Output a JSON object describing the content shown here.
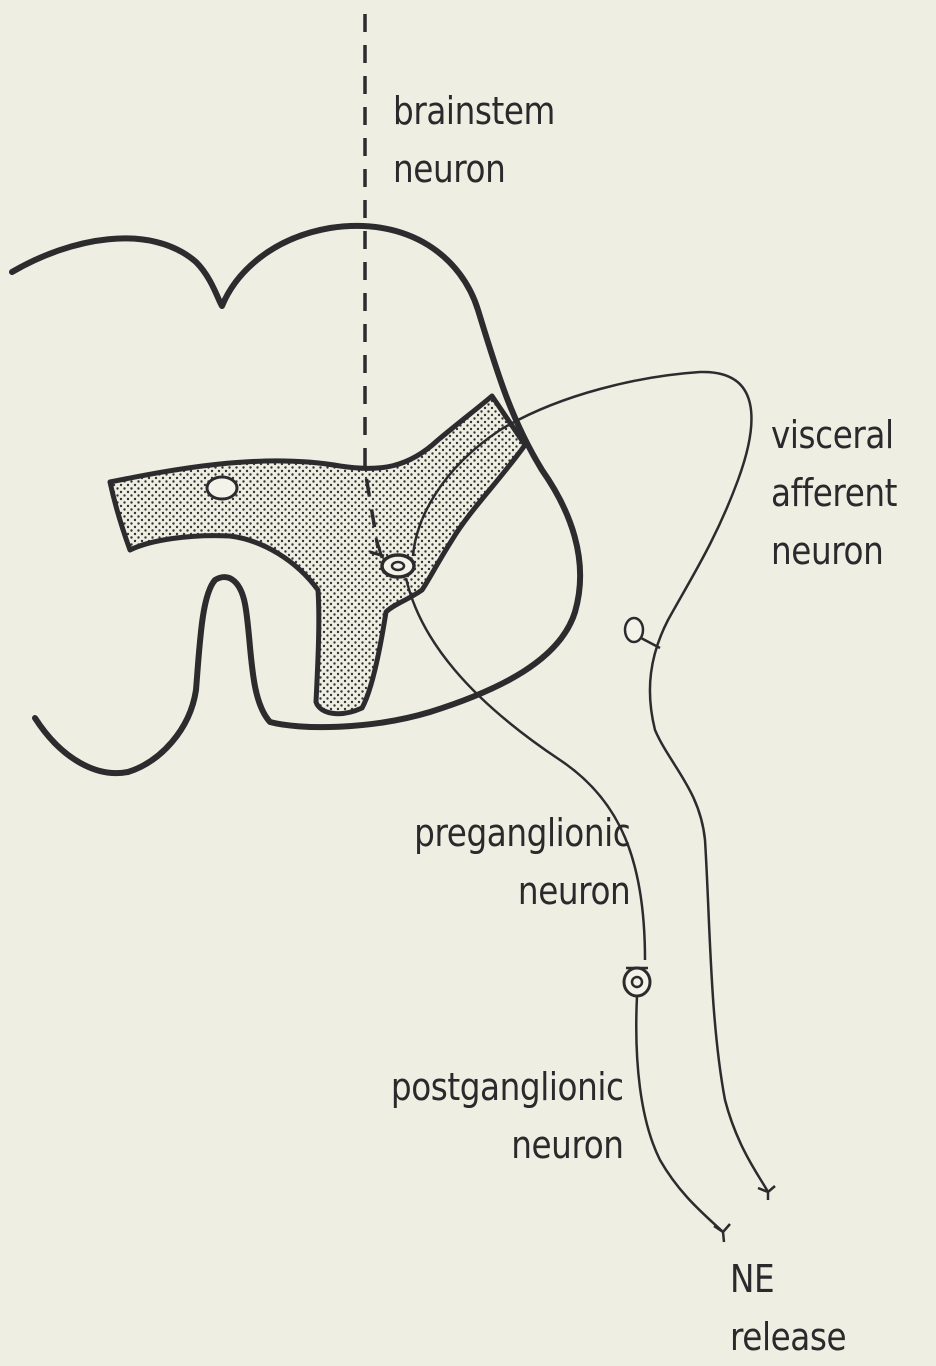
{
  "labels": {
    "brainstem": [
      "brainstem",
      "neuron"
    ],
    "visceral_afferent": [
      "visceral",
      "afferent",
      "neuron"
    ],
    "preganglionic": [
      "preganglionic",
      "neuron"
    ],
    "postganglionic": [
      "postganglionic",
      "neuron"
    ],
    "ne_release": [
      "NE",
      "release"
    ]
  },
  "colors": {
    "background": "#eeeee2",
    "ink": "#2c2c2e"
  }
}
